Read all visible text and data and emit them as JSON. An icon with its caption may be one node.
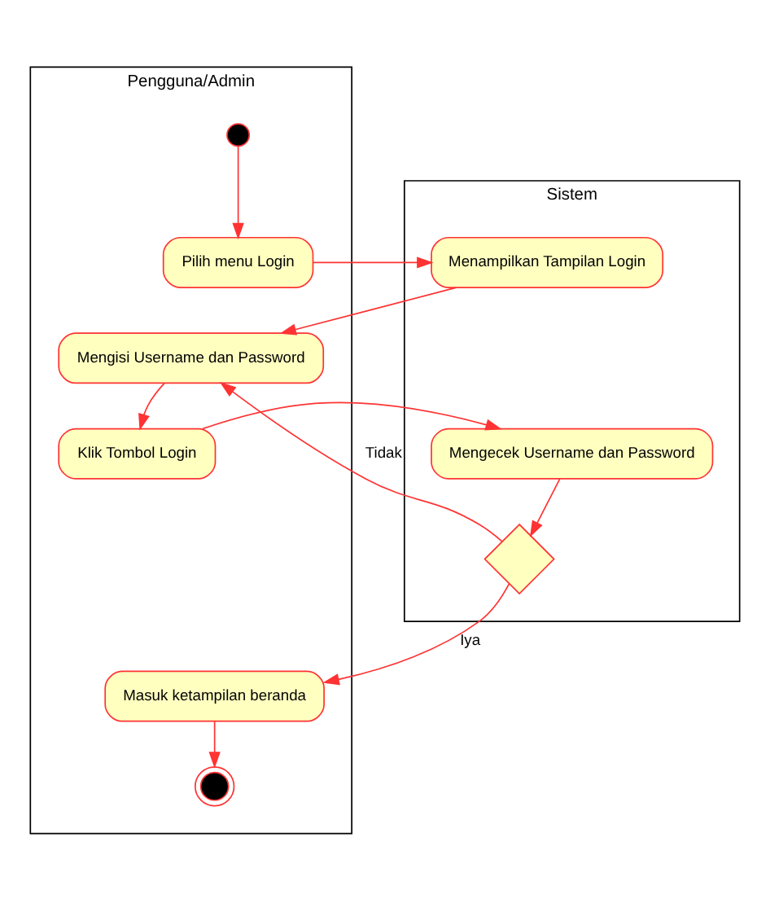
{
  "diagram": {
    "nodes": [
      {
        "text": [
          "Pengguna/Admin"
        ]
      },
      {
        "text": [
          "Sistem"
        ]
      },
      {
        "text": [],
        "shape": "circle",
        "in": 0
      },
      {
        "text": [
          "Pilih menu Login"
        ],
        "in": 0
      },
      {
        "text": [
          "Menampilkan Tampilan Login"
        ],
        "in": 1
      },
      {
        "text": [
          "Mengisi Username dan Password"
        ],
        "in": 0
      },
      {
        "text": [
          "Klik Tombol Login"
        ],
        "in": 0
      },
      {
        "text": [
          "Mengecek Username dan Password"
        ],
        "in": 1
      },
      {
        "text": [],
        "shape": "diamond",
        "in": 1
      },
      {
        "text": [
          "Masuk ketampilan beranda"
        ],
        "in": 0
      },
      {
        "text": [],
        "shape": "bullseye",
        "in": 0
      }
    ],
    "edges": [
      {
        "from": 2,
        "to": 3,
        "arrow": "to"
      },
      {
        "from": 3,
        "to": 4,
        "arrow": "to"
      },
      {
        "from": 4,
        "to": 5,
        "arrow": "to"
      },
      {
        "from": 5,
        "to": 6,
        "arrow": "to"
      },
      {
        "from": 6,
        "to": 7,
        "arrow": "to"
      },
      {
        "from": 7,
        "to": 8,
        "arrow": "to"
      },
      {
        "from": 8,
        "to": 5,
        "arrow": "to",
        "label": "Tidak"
      },
      {
        "from": 8,
        "to": 9,
        "arrow": "to",
        "label": "Iya"
      },
      {
        "from": 9,
        "to": 10,
        "arrow": "to"
      }
    ]
  }
}
